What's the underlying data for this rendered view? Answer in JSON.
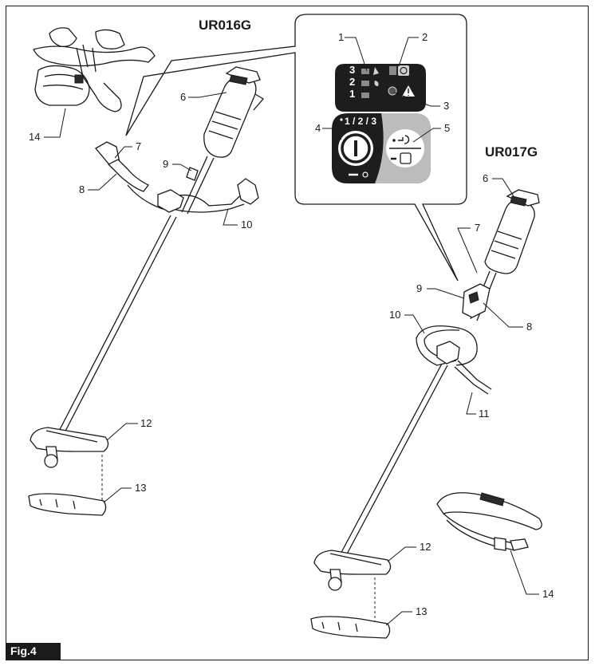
{
  "figure": {
    "label": "Fig.4",
    "models": {
      "left": "UR016G",
      "right": "UR017G"
    }
  },
  "panel": {
    "levels": [
      "3",
      "2",
      "1"
    ],
    "mode_text": "1 / 2 / 3",
    "callouts": [
      "1",
      "2",
      "3",
      "4",
      "5"
    ]
  },
  "left_callouts": {
    "c6": "6",
    "c7": "7",
    "c8": "8",
    "c9": "9",
    "c10": "10",
    "c12": "12",
    "c13": "13",
    "c14": "14"
  },
  "right_callouts": {
    "c6": "6",
    "c7": "7",
    "c8": "8",
    "c9": "9",
    "c10": "10",
    "c11": "11",
    "c12": "12",
    "c13": "13",
    "c14": "14"
  },
  "colors": {
    "ink": "#1a1a1a",
    "panel": "#1d1d1d",
    "gray": "#bcbcbc",
    "white": "#ffffff"
  }
}
